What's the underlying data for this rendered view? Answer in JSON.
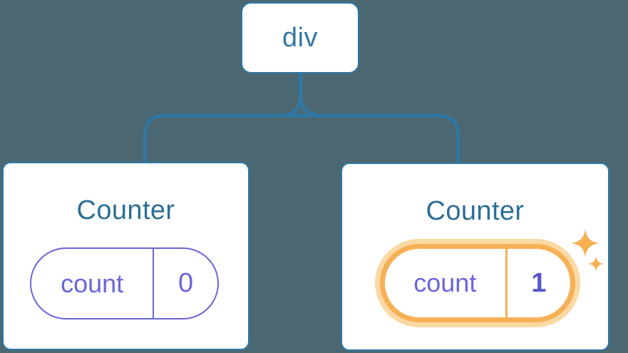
{
  "diagram": {
    "root": {
      "label": "div"
    },
    "counters": [
      {
        "title": "Counter",
        "state_key": "count",
        "state_value": "0",
        "highlighted": false
      },
      {
        "title": "Counter",
        "state_key": "count",
        "state_value": "1",
        "highlighted": true
      }
    ]
  },
  "icons": {
    "sparkle": "four-point-star ✦"
  },
  "colors": {
    "background": "#4B6771",
    "connector_line": "#2D78A8",
    "card_border": "#2D78A8",
    "card_fill": "#FFFFFF",
    "root_label_text": "#3578A6",
    "counter_title_text": "#2D6E95",
    "state_purple": "#6B66D9",
    "state_value_highlight_text": "#5857D0",
    "highlight_border": "#F7B056",
    "highlight_glow": "#FBD9A4",
    "sparkle": "#F6B153"
  }
}
